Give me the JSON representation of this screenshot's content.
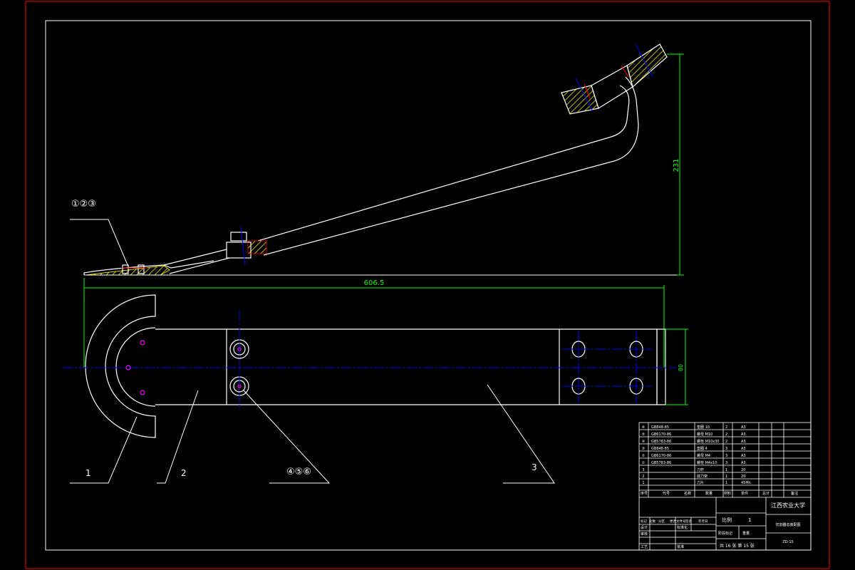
{
  "drawing": {
    "colors": {
      "background": "#000000",
      "outer_border": "#ff0000",
      "line": "#ffffff",
      "dimension": "#00ff00",
      "centerline": "#0000ff",
      "hatch": "#ffff00",
      "section": "#ff0000"
    },
    "dimensions": {
      "length": "606.5",
      "height": "231",
      "width": "80"
    },
    "leader_labels": {
      "group_123": "①②③",
      "part_1": "1",
      "part_2": "2",
      "group_456": "④⑤⑥",
      "part_3": "3"
    }
  },
  "title_block": {
    "bom_rows": [
      {
        "no": "⑥",
        "code": "GB848-85",
        "name": "垫圈 10",
        "qty": "2",
        "material": "A3"
      },
      {
        "no": "⑤",
        "code": "GB6170-86",
        "name": "螺母 M10",
        "qty": "2",
        "material": "A3"
      },
      {
        "no": "④",
        "code": "GB5783-86",
        "name": "螺栓 M10x30",
        "qty": "2",
        "material": "A3"
      },
      {
        "no": "③",
        "code": "GB848-85",
        "name": "垫圈 4",
        "qty": "3",
        "material": "A3"
      },
      {
        "no": "②",
        "code": "GB6170-86",
        "name": "螺母 M4",
        "qty": "3",
        "material": "A3"
      },
      {
        "no": "①",
        "code": "GB5783-86",
        "name": "螺栓 M4x10",
        "qty": "3",
        "material": "A3"
      },
      {
        "no": "3",
        "code": "",
        "name": "刀杆",
        "qty": "1",
        "material": "20"
      },
      {
        "no": "2",
        "code": "",
        "name": "底刀架",
        "qty": "1",
        "material": "20"
      },
      {
        "no": "1",
        "code": "",
        "name": "刀片",
        "qty": "1",
        "material": "45Mn"
      }
    ],
    "bom_header": [
      "序号",
      "代号",
      "名称",
      "数量",
      "材料",
      "单件",
      "总计",
      "备注"
    ],
    "university": "江西农业大学",
    "drawing_name": "切割器总装配图",
    "scale_label": "比例",
    "scale_value": "1",
    "weight_label": "重量",
    "sheet_info": "共 16 张  第 15 张",
    "drawing_no": "ZD-15",
    "sign_rows": [
      "标记",
      "处数",
      "分区",
      "更改文件号",
      "签名",
      "年月日"
    ],
    "role_design": "设计",
    "role_check": "审核",
    "role_process": "工艺",
    "role_standard": "标准化",
    "role_approve": "批准",
    "stage_label": "阶段标记"
  }
}
